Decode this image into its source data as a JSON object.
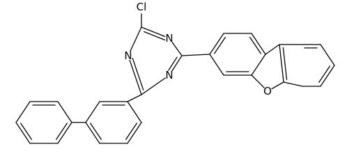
{
  "atoms": [
    {
      "id": "cl",
      "label": "Cl"
    },
    {
      "id": "n1",
      "label": "N"
    },
    {
      "id": "n3",
      "label": "N"
    },
    {
      "id": "n5",
      "label": "N"
    },
    {
      "id": "o",
      "label": "O"
    }
  ],
  "colors": {
    "bond": "#000000",
    "background": "#ffffff"
  }
}
